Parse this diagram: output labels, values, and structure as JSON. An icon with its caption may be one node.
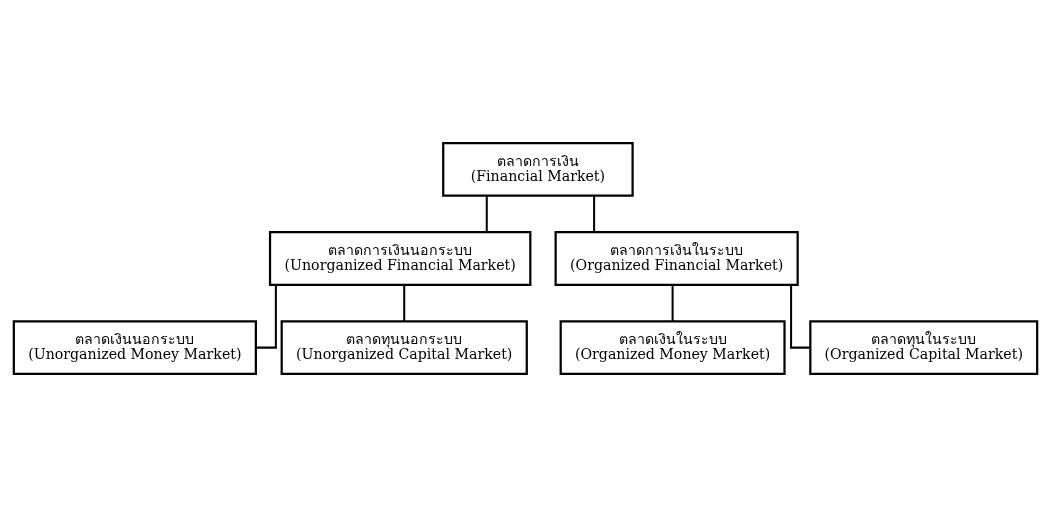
{
  "diagram": {
    "nodes": [
      {
        "text": [
          "ตลาดการเงิน",
          "(Financial Market)"
        ]
      },
      {
        "text": [
          "ตลาดการเงินนอกระบบ",
          "(Unorganized Financial Market)"
        ]
      },
      {
        "text": [
          "ตลาดการเงินในระบบ",
          "(Organized Financial Market)"
        ]
      },
      {
        "text": [
          "ตลาดเงินนอกระบบ",
          "(Unorganized Money Market)"
        ]
      },
      {
        "text": [
          "ตลาดทุนนอกระบบ",
          "(Unorganized Capital Market)"
        ]
      },
      {
        "text": [
          "ตลาดเงินในระบบ",
          "(Organized Money Market)"
        ]
      },
      {
        "text": [
          "ตลาดทุนในระบบ",
          "(Organized Capital Market)"
        ]
      }
    ],
    "edges": [
      {
        "from": 0,
        "to": 1,
        "arrow": "none"
      },
      {
        "from": 0,
        "to": 2,
        "arrow": "none"
      },
      {
        "from": 1,
        "to": 3,
        "arrow": "none"
      },
      {
        "from": 1,
        "to": 4,
        "arrow": "none"
      },
      {
        "from": 2,
        "to": 5,
        "arrow": "none"
      },
      {
        "from": 2,
        "to": 6,
        "arrow": "none"
      }
    ]
  }
}
